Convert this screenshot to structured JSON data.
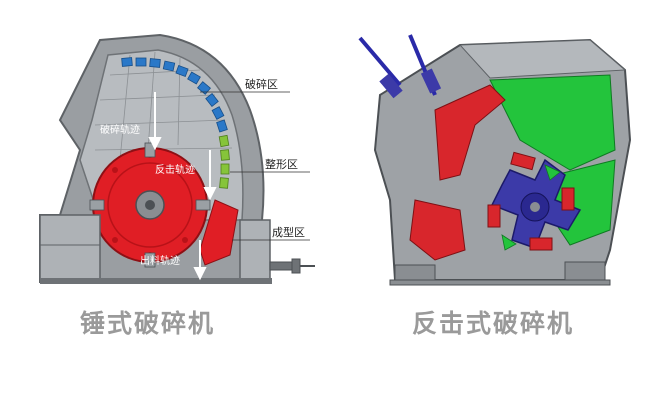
{
  "left": {
    "zone_labels": {
      "crushing_zone": "破碎区",
      "shaping_zone": "整形区",
      "forming_zone": "成型区"
    },
    "track_labels": {
      "crushing_track": "破碎轨迹",
      "impact_track": "反击轨迹",
      "discharge_track": "出料轨迹"
    },
    "caption": "锤式破碎机"
  },
  "right": {
    "caption": "反击式破碎机"
  },
  "colors": {
    "rotor_red": "#e01e25",
    "crushing_blue": "#2a78c8",
    "shaping_green": "#86c43a",
    "liner_green": "#23c43c",
    "blue_rotor": "#3c3aa8",
    "frame_gray": "#8a8e92",
    "dark_gray": "#4c5054",
    "caption_gray": "#9a9a9a"
  }
}
